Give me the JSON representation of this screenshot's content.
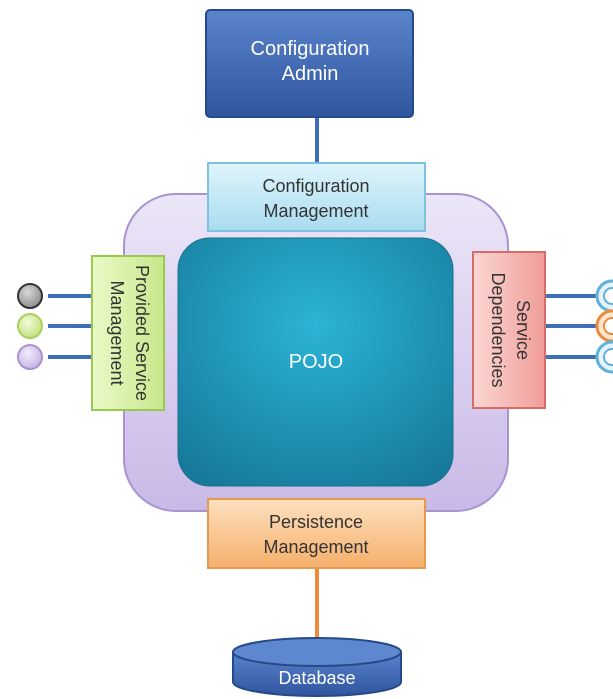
{
  "config_admin": {
    "line1": "Configuration",
    "line2": "Admin"
  },
  "config_management": {
    "line1": "Configuration",
    "line2": "Management"
  },
  "pojo": {
    "label": "POJO"
  },
  "provided_service": {
    "line1": "Provided Service",
    "line2": "Management"
  },
  "service_dependencies": {
    "line1": "Service",
    "line2": "Dependencies"
  },
  "persistence": {
    "line1": "Persistence",
    "line2": "Management"
  },
  "database": {
    "label": "Database"
  },
  "colors": {
    "admin_fill": "#3a63ae",
    "config_mgmt_fill": "#bfe8f6",
    "container_fill": "#d9ccee",
    "pojo_fill": "#1f9bbd",
    "provided_fill": "#d8f0a6",
    "dependencies_fill": "#f6b3b0",
    "persistence_fill": "#f8c38e",
    "database_fill": "#3a63ae",
    "connector_blue": "#3d6fb8",
    "connector_orange": "#ef8a3a"
  },
  "provided_ports": [
    "grey",
    "green",
    "purple"
  ],
  "required_ports": [
    "blue",
    "orange",
    "blue"
  ]
}
